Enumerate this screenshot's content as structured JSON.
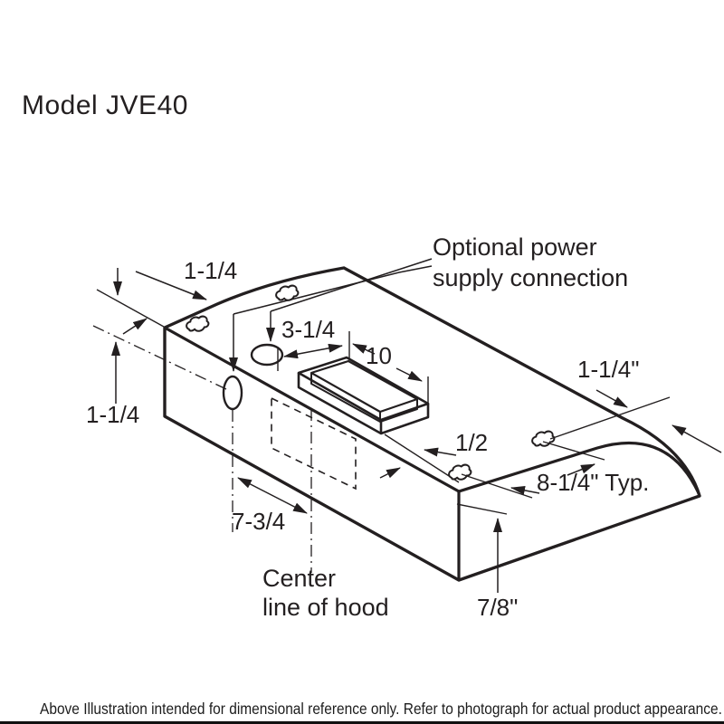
{
  "title": "Model JVE40",
  "labels": {
    "optional_power_line1": "Optional power",
    "optional_power_line2": "supply connection",
    "dim_top_strip": "1-1/4",
    "dim_left_height": "1-1/4",
    "dim_collar_offset": "3-1/4",
    "dim_collar_length": "10",
    "dim_front_flange": "1/2",
    "dim_rear_keyhole": "1-1/4\"",
    "dim_keyhole_spacing": "8-1/4\" Typ.",
    "dim_center_offset": "7-3/4",
    "dim_lip": "7/8\"",
    "centerline_line1": "Center",
    "centerline_line2": "line of hood"
  },
  "footer": {
    "disclaimer": "Above Illustration intended for dimensional reference only. Refer to photograph for actual product appearance."
  },
  "colors": {
    "ink": "#231f20",
    "background": "#ffffff"
  }
}
